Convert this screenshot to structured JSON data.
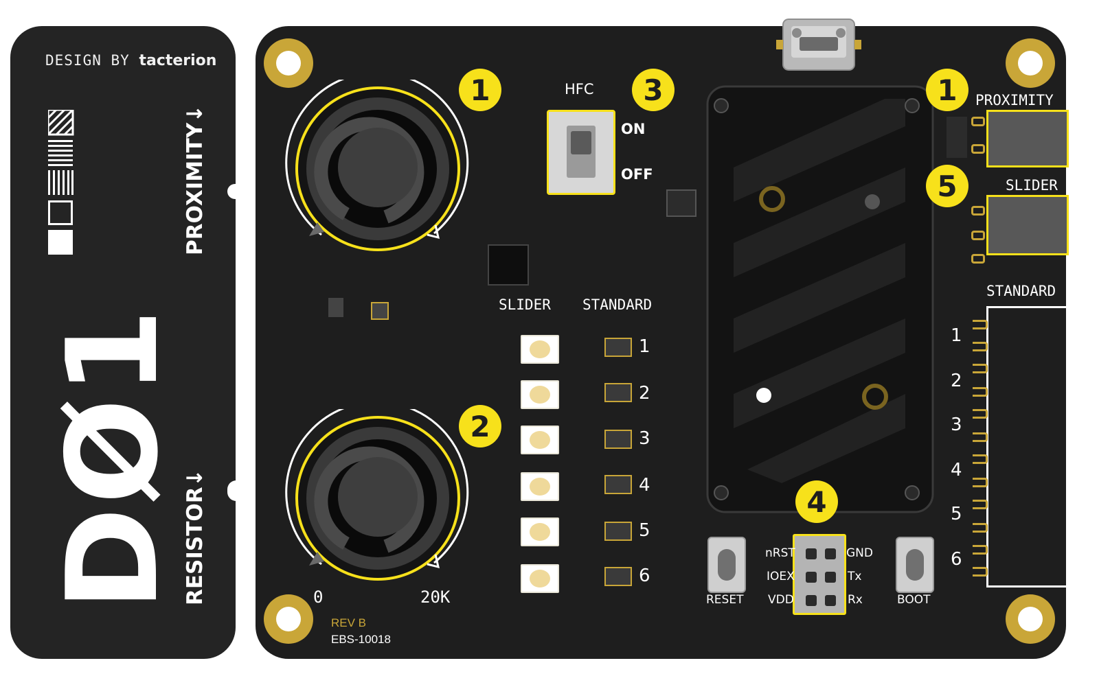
{
  "tab": {
    "design_prefix": "DESIGN BY",
    "design_brand": "tacterion",
    "proximity": "PROXIMITY↓",
    "resistor": "RESISTOR↓",
    "model": "DØ1"
  },
  "board": {
    "hfc": "HFC",
    "on": "ON",
    "off": "OFF",
    "slider": "SLIDER",
    "standard": "STANDARD",
    "pot_min": "0",
    "pot_max": "20K",
    "rev": "REV B",
    "part": "EBS-10018",
    "reset": "RESET",
    "boot": "BOOT",
    "header": {
      "left": [
        "nRST",
        "IOEX",
        "VDD"
      ],
      "right": [
        "GND",
        "Tx",
        "Rx"
      ]
    },
    "led_numbers": [
      "1",
      "2",
      "3",
      "4",
      "5",
      "6"
    ],
    "right_numbers": [
      "1",
      "2",
      "3",
      "4",
      "5",
      "6"
    ],
    "right_labels": {
      "proximity": "PROXIMITY",
      "slider": "SLIDER",
      "standard": "STANDARD"
    }
  },
  "badges": [
    "1",
    "3",
    "1",
    "5",
    "2",
    "4"
  ],
  "colors": {
    "highlight": "#f7e11b",
    "board": "#1e1e1e",
    "gold": "#c9a638"
  }
}
